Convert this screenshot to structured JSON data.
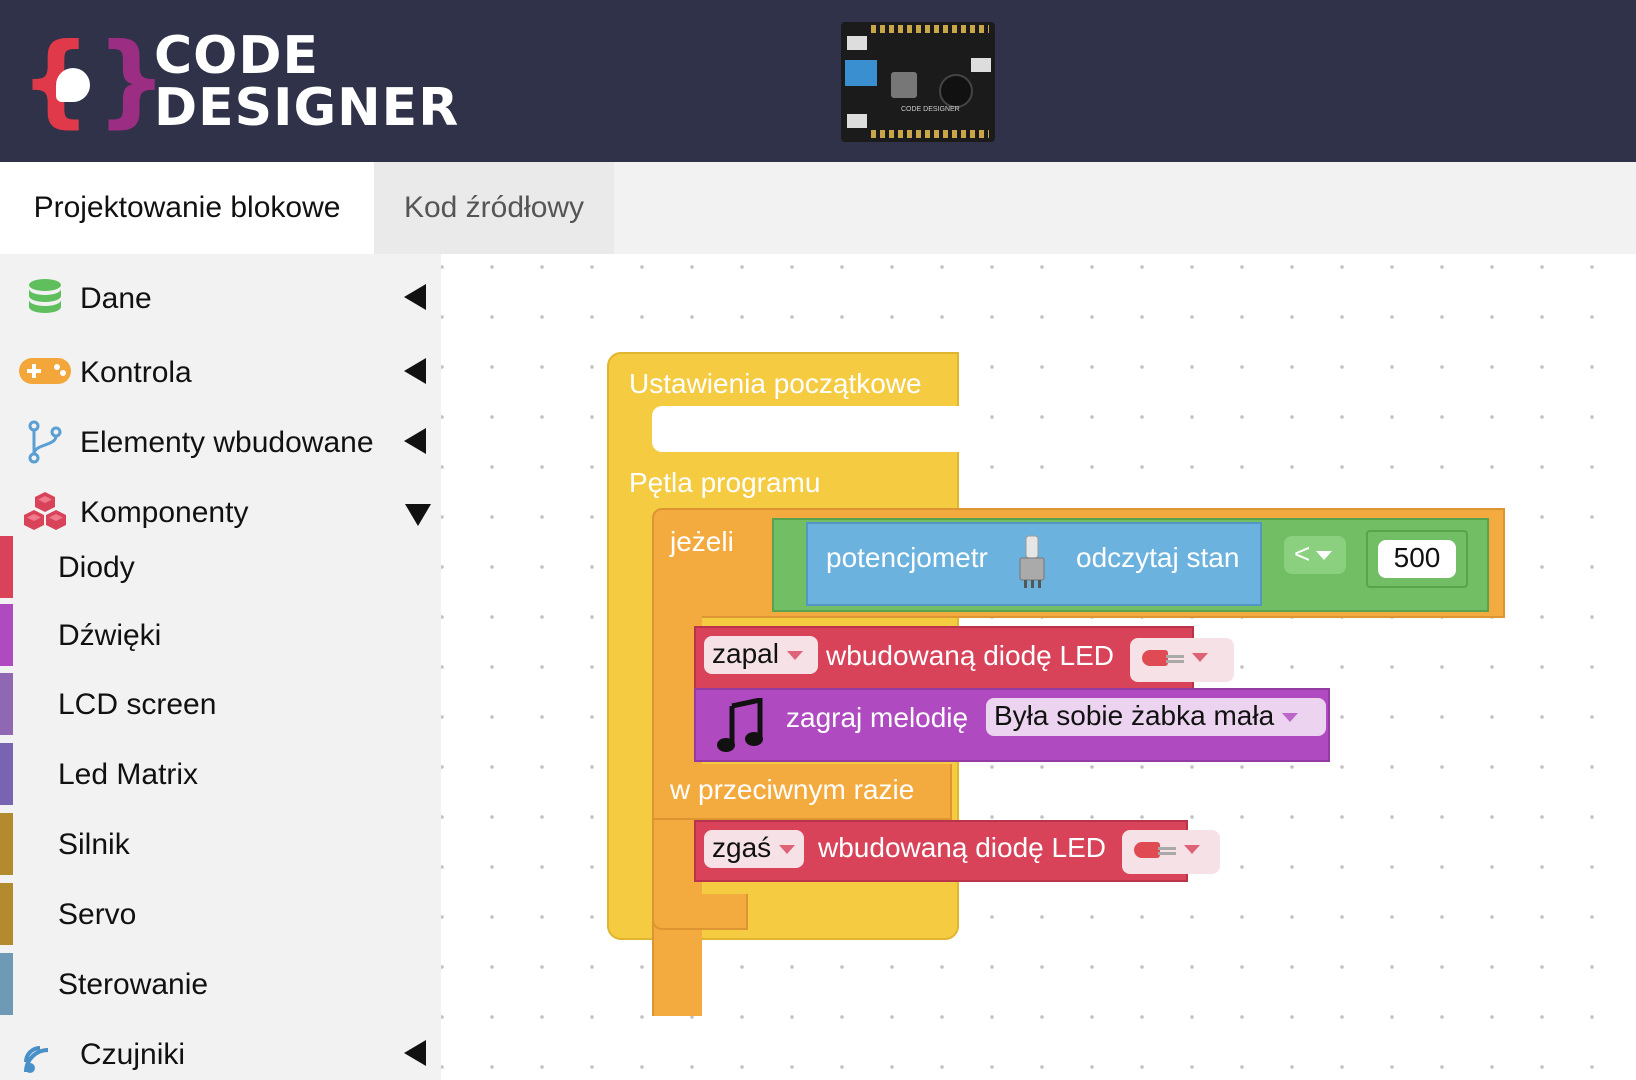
{
  "header": {
    "logo_line1": "CODE",
    "logo_line2": "DESIGNER",
    "board_label": "CODE DESIGNER"
  },
  "tabs": [
    {
      "label": "Projektowanie blokowe",
      "active": true
    },
    {
      "label": "Kod źródłowy",
      "active": false
    }
  ],
  "sidebar": {
    "categories": [
      {
        "label": "Dane",
        "icon": "database-icon",
        "expanded": false
      },
      {
        "label": "Kontrola",
        "icon": "gamepad-icon",
        "expanded": false
      },
      {
        "label": "Elementy wbudowane",
        "icon": "branch-icon",
        "expanded": false
      },
      {
        "label": "Komponenty",
        "icon": "cubes-icon",
        "expanded": true
      },
      {
        "label": "Czujniki",
        "icon": "satellite-icon",
        "expanded": false
      }
    ],
    "subitems": [
      {
        "label": "Diody",
        "color": "#d8435a"
      },
      {
        "label": "Dźwięki",
        "color": "#b04ac1"
      },
      {
        "label": "LCD screen",
        "color": "#8f67b3"
      },
      {
        "label": "Led Matrix",
        "color": "#7864b0"
      },
      {
        "label": "Silnik",
        "color": "#b48a2e"
      },
      {
        "label": "Servo",
        "color": "#b48a2e"
      },
      {
        "label": "Sterowanie",
        "color": "#6f9ab6"
      }
    ]
  },
  "blocks": {
    "setup_label": "Ustawienia początkowe",
    "loop_label": "Pętla programu",
    "if_label": "jeżeli",
    "sensor_name": "potencjometr",
    "sensor_action": "odczytaj stan",
    "operator": "<",
    "threshold": "500",
    "led_on_action": "zapal",
    "led_text": "wbudowaną diodę LED",
    "play_text": "zagraj melodię",
    "melody": "Była sobie żabka mała",
    "else_label": "w przeciwnym razie",
    "led_off_action": "zgaś"
  },
  "colors": {
    "header_bg": "#2f3249",
    "yellow": "#f5cb42",
    "orange": "#f3ab40",
    "green": "#72be65",
    "blue": "#6cb2df",
    "red": "#d8435a",
    "purple": "#b04ac1"
  }
}
